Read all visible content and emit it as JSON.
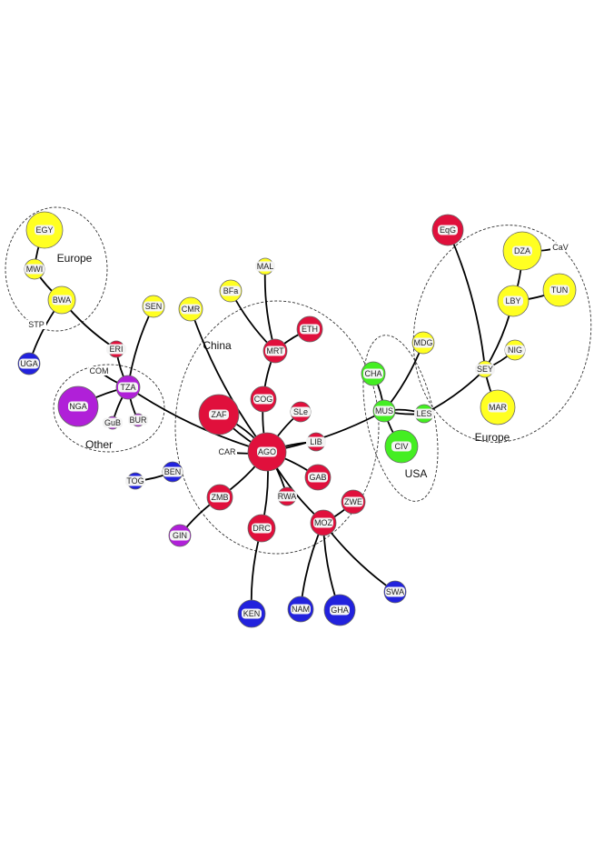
{
  "colors": {
    "red": "#e0103c",
    "yellow": "#ffff22",
    "blue": "#2222dd",
    "purple": "#b020d8",
    "green": "#44ee22"
  },
  "groups": [
    {
      "id": "europe-west",
      "label": "Europe"
    },
    {
      "id": "other",
      "label": "Other"
    },
    {
      "id": "china",
      "label": "China"
    },
    {
      "id": "usa",
      "label": "USA"
    },
    {
      "id": "europe-east",
      "label": "Europe"
    }
  ],
  "nodes": [
    {
      "id": "EGY",
      "label": "EGY",
      "color": "yellow"
    },
    {
      "id": "MWI",
      "label": "MWI",
      "color": "yellow"
    },
    {
      "id": "BWA",
      "label": "BWA",
      "color": "yellow"
    },
    {
      "id": "UGA",
      "label": "UGA",
      "color": "blue"
    },
    {
      "id": "ERI",
      "label": "ERI",
      "color": "red"
    },
    {
      "id": "SEN",
      "label": "SEN",
      "color": "yellow"
    },
    {
      "id": "TZA",
      "label": "TZA",
      "color": "purple"
    },
    {
      "id": "NGA",
      "label": "NGA",
      "color": "purple"
    },
    {
      "id": "GuB",
      "label": "GuB",
      "color": "purple"
    },
    {
      "id": "BUR",
      "label": "BUR",
      "color": "purple"
    },
    {
      "id": "CMR",
      "label": "CMR",
      "color": "yellow"
    },
    {
      "id": "BFa",
      "label": "BFa",
      "color": "yellow"
    },
    {
      "id": "MAL",
      "label": "MAL",
      "color": "yellow"
    },
    {
      "id": "ETH",
      "label": "ETH",
      "color": "red"
    },
    {
      "id": "MRT",
      "label": "MRT",
      "color": "red"
    },
    {
      "id": "COG",
      "label": "COG",
      "color": "red"
    },
    {
      "id": "ZAF",
      "label": "ZAF",
      "color": "red"
    },
    {
      "id": "SLe",
      "label": "SLe",
      "color": "red"
    },
    {
      "id": "LIB",
      "label": "LIB",
      "color": "red"
    },
    {
      "id": "AGO",
      "label": "AGO",
      "color": "red"
    },
    {
      "id": "GAB",
      "label": "GAB",
      "color": "red"
    },
    {
      "id": "RWA",
      "label": "RWA",
      "color": "red"
    },
    {
      "id": "ZMB",
      "label": "ZMB",
      "color": "red"
    },
    {
      "id": "DRC",
      "label": "DRC",
      "color": "red"
    },
    {
      "id": "MOZ",
      "label": "MOZ",
      "color": "red"
    },
    {
      "id": "ZWE",
      "label": "ZWE",
      "color": "red"
    },
    {
      "id": "TOG",
      "label": "TOG",
      "color": "blue"
    },
    {
      "id": "BEN",
      "label": "BEN",
      "color": "blue"
    },
    {
      "id": "GIN",
      "label": "GIN",
      "color": "purple"
    },
    {
      "id": "KEN",
      "label": "KEN",
      "color": "blue"
    },
    {
      "id": "NAM",
      "label": "NAM",
      "color": "blue"
    },
    {
      "id": "GHA",
      "label": "GHA",
      "color": "blue"
    },
    {
      "id": "SWA",
      "label": "SWA",
      "color": "blue"
    },
    {
      "id": "EqG",
      "label": "EqG",
      "color": "red"
    },
    {
      "id": "DZA",
      "label": "DZA",
      "color": "yellow"
    },
    {
      "id": "TUN",
      "label": "TUN",
      "color": "yellow"
    },
    {
      "id": "LBY",
      "label": "LBY",
      "color": "yellow"
    },
    {
      "id": "MDG",
      "label": "MDG",
      "color": "yellow"
    },
    {
      "id": "NIG",
      "label": "NIG",
      "color": "yellow"
    },
    {
      "id": "SEY",
      "label": "SEY",
      "color": "yellow"
    },
    {
      "id": "MAR",
      "label": "MAR",
      "color": "yellow"
    },
    {
      "id": "CHA",
      "label": "CHA",
      "color": "green"
    },
    {
      "id": "MUS",
      "label": "MUS",
      "color": "green"
    },
    {
      "id": "LES",
      "label": "LES",
      "color": "green"
    },
    {
      "id": "CIV",
      "label": "CIV",
      "color": "green"
    }
  ],
  "free_labels": [
    {
      "id": "STP",
      "label": "STP"
    },
    {
      "id": "COM",
      "label": "COM"
    },
    {
      "id": "CAR",
      "label": "CAR"
    },
    {
      "id": "CaV",
      "label": "CaV"
    }
  ],
  "edges": [
    [
      "EGY",
      "MWI"
    ],
    [
      "MWI",
      "BWA"
    ],
    [
      "BWA",
      "UGA"
    ],
    [
      "BWA",
      "ERI"
    ],
    [
      "ERI",
      "TZA"
    ],
    [
      "SEN",
      "TZA"
    ],
    [
      "COM",
      "TZA"
    ],
    [
      "TZA",
      "NGA"
    ],
    [
      "TZA",
      "GuB"
    ],
    [
      "TZA",
      "BUR"
    ],
    [
      "TZA",
      "AGO"
    ],
    [
      "CMR",
      "AGO"
    ],
    [
      "BFa",
      "MRT"
    ],
    [
      "MAL",
      "MRT"
    ],
    [
      "ETH",
      "MRT"
    ],
    [
      "MRT",
      "COG"
    ],
    [
      "COG",
      "AGO"
    ],
    [
      "ZAF",
      "AGO"
    ],
    [
      "ZAF",
      "AGO"
    ],
    [
      "SLe",
      "AGO"
    ],
    [
      "LIB",
      "AGO"
    ],
    [
      "GAB",
      "AGO"
    ],
    [
      "RWA",
      "AGO"
    ],
    [
      "ZMB",
      "AGO"
    ],
    [
      "DRC",
      "AGO"
    ],
    [
      "AGO",
      "MOZ"
    ],
    [
      "CAR",
      "AGO"
    ],
    [
      "TOG",
      "BEN"
    ],
    [
      "ZMB",
      "GIN"
    ],
    [
      "DRC",
      "KEN"
    ],
    [
      "MOZ",
      "ZWE"
    ],
    [
      "MOZ",
      "NAM"
    ],
    [
      "MOZ",
      "GHA"
    ],
    [
      "MOZ",
      "SWA"
    ],
    [
      "AGO",
      "MUS"
    ],
    [
      "MUS",
      "CHA"
    ],
    [
      "MUS",
      "MDG"
    ],
    [
      "MUS",
      "CIV"
    ],
    [
      "MUS",
      "LES"
    ],
    [
      "MUS",
      "LES"
    ],
    [
      "LES",
      "SEY"
    ],
    [
      "SEY",
      "LBY"
    ],
    [
      "SEY",
      "EqG"
    ],
    [
      "SEY",
      "NIG"
    ],
    [
      "SEY",
      "MAR"
    ],
    [
      "LBY",
      "DZA"
    ],
    [
      "LBY",
      "TUN"
    ],
    [
      "DZA",
      "CaV"
    ]
  ]
}
